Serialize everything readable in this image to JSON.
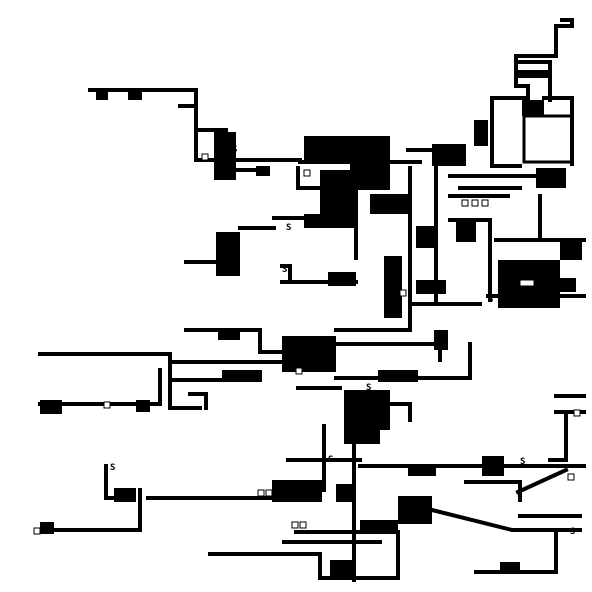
{
  "map": {
    "background": "#ffffff",
    "ink": "#000000",
    "symbols": [
      "S",
      "S",
      "S",
      "S",
      "S",
      "S",
      "S",
      "S",
      "S",
      "S"
    ]
  }
}
